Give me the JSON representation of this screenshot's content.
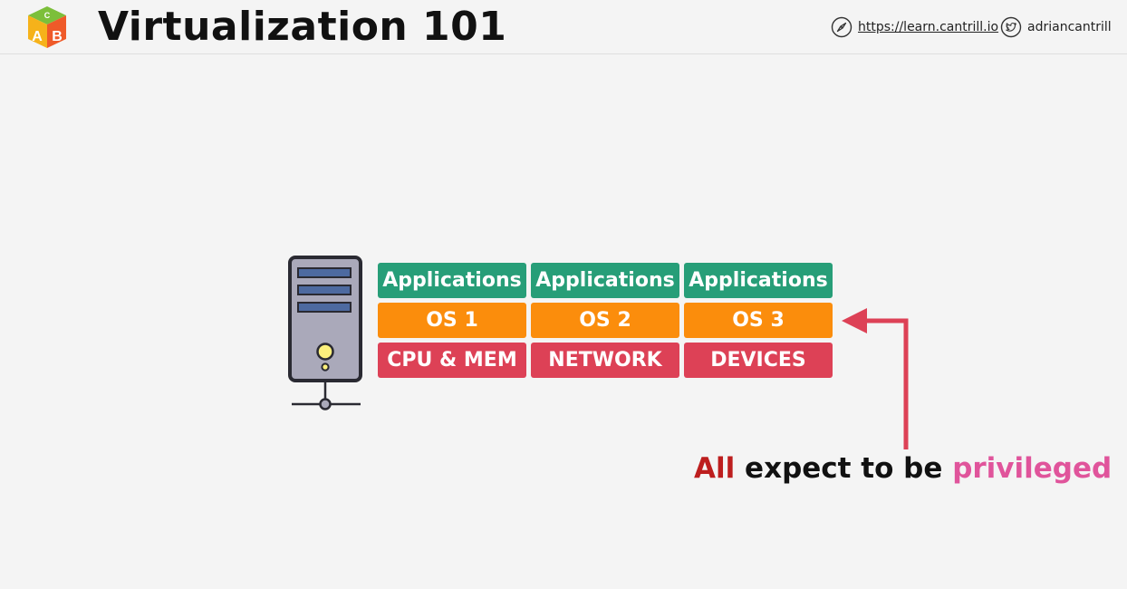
{
  "header": {
    "title": "Virtualization 101",
    "website": "https://learn.cantrill.io",
    "twitter_handle": "adriancantrill",
    "website_icon": "compass-icon",
    "twitter_icon": "twitter-bird-icon"
  },
  "logo": {
    "letters": [
      "A",
      "B",
      "C"
    ],
    "icon": "abc-blocks-icon"
  },
  "diagram": {
    "server_icon": "server-tower-icon",
    "columns": [
      {
        "app": "Applications",
        "os": "OS 1",
        "hardware": "CPU & MEM"
      },
      {
        "app": "Applications",
        "os": "OS 2",
        "hardware": "NETWORK"
      },
      {
        "app": "Applications",
        "os": "OS 3",
        "hardware": "DEVICES"
      }
    ],
    "caption": {
      "word_all": "All",
      "middle": "expect to be",
      "word_privileged": "privileged"
    }
  },
  "colors": {
    "applications": "#279e78",
    "os": "#fb8d0c",
    "hardware": "#dd4156",
    "arrow": "#dd4156",
    "all_word": "#bd1e1e",
    "privileged_word": "#e0549b"
  }
}
